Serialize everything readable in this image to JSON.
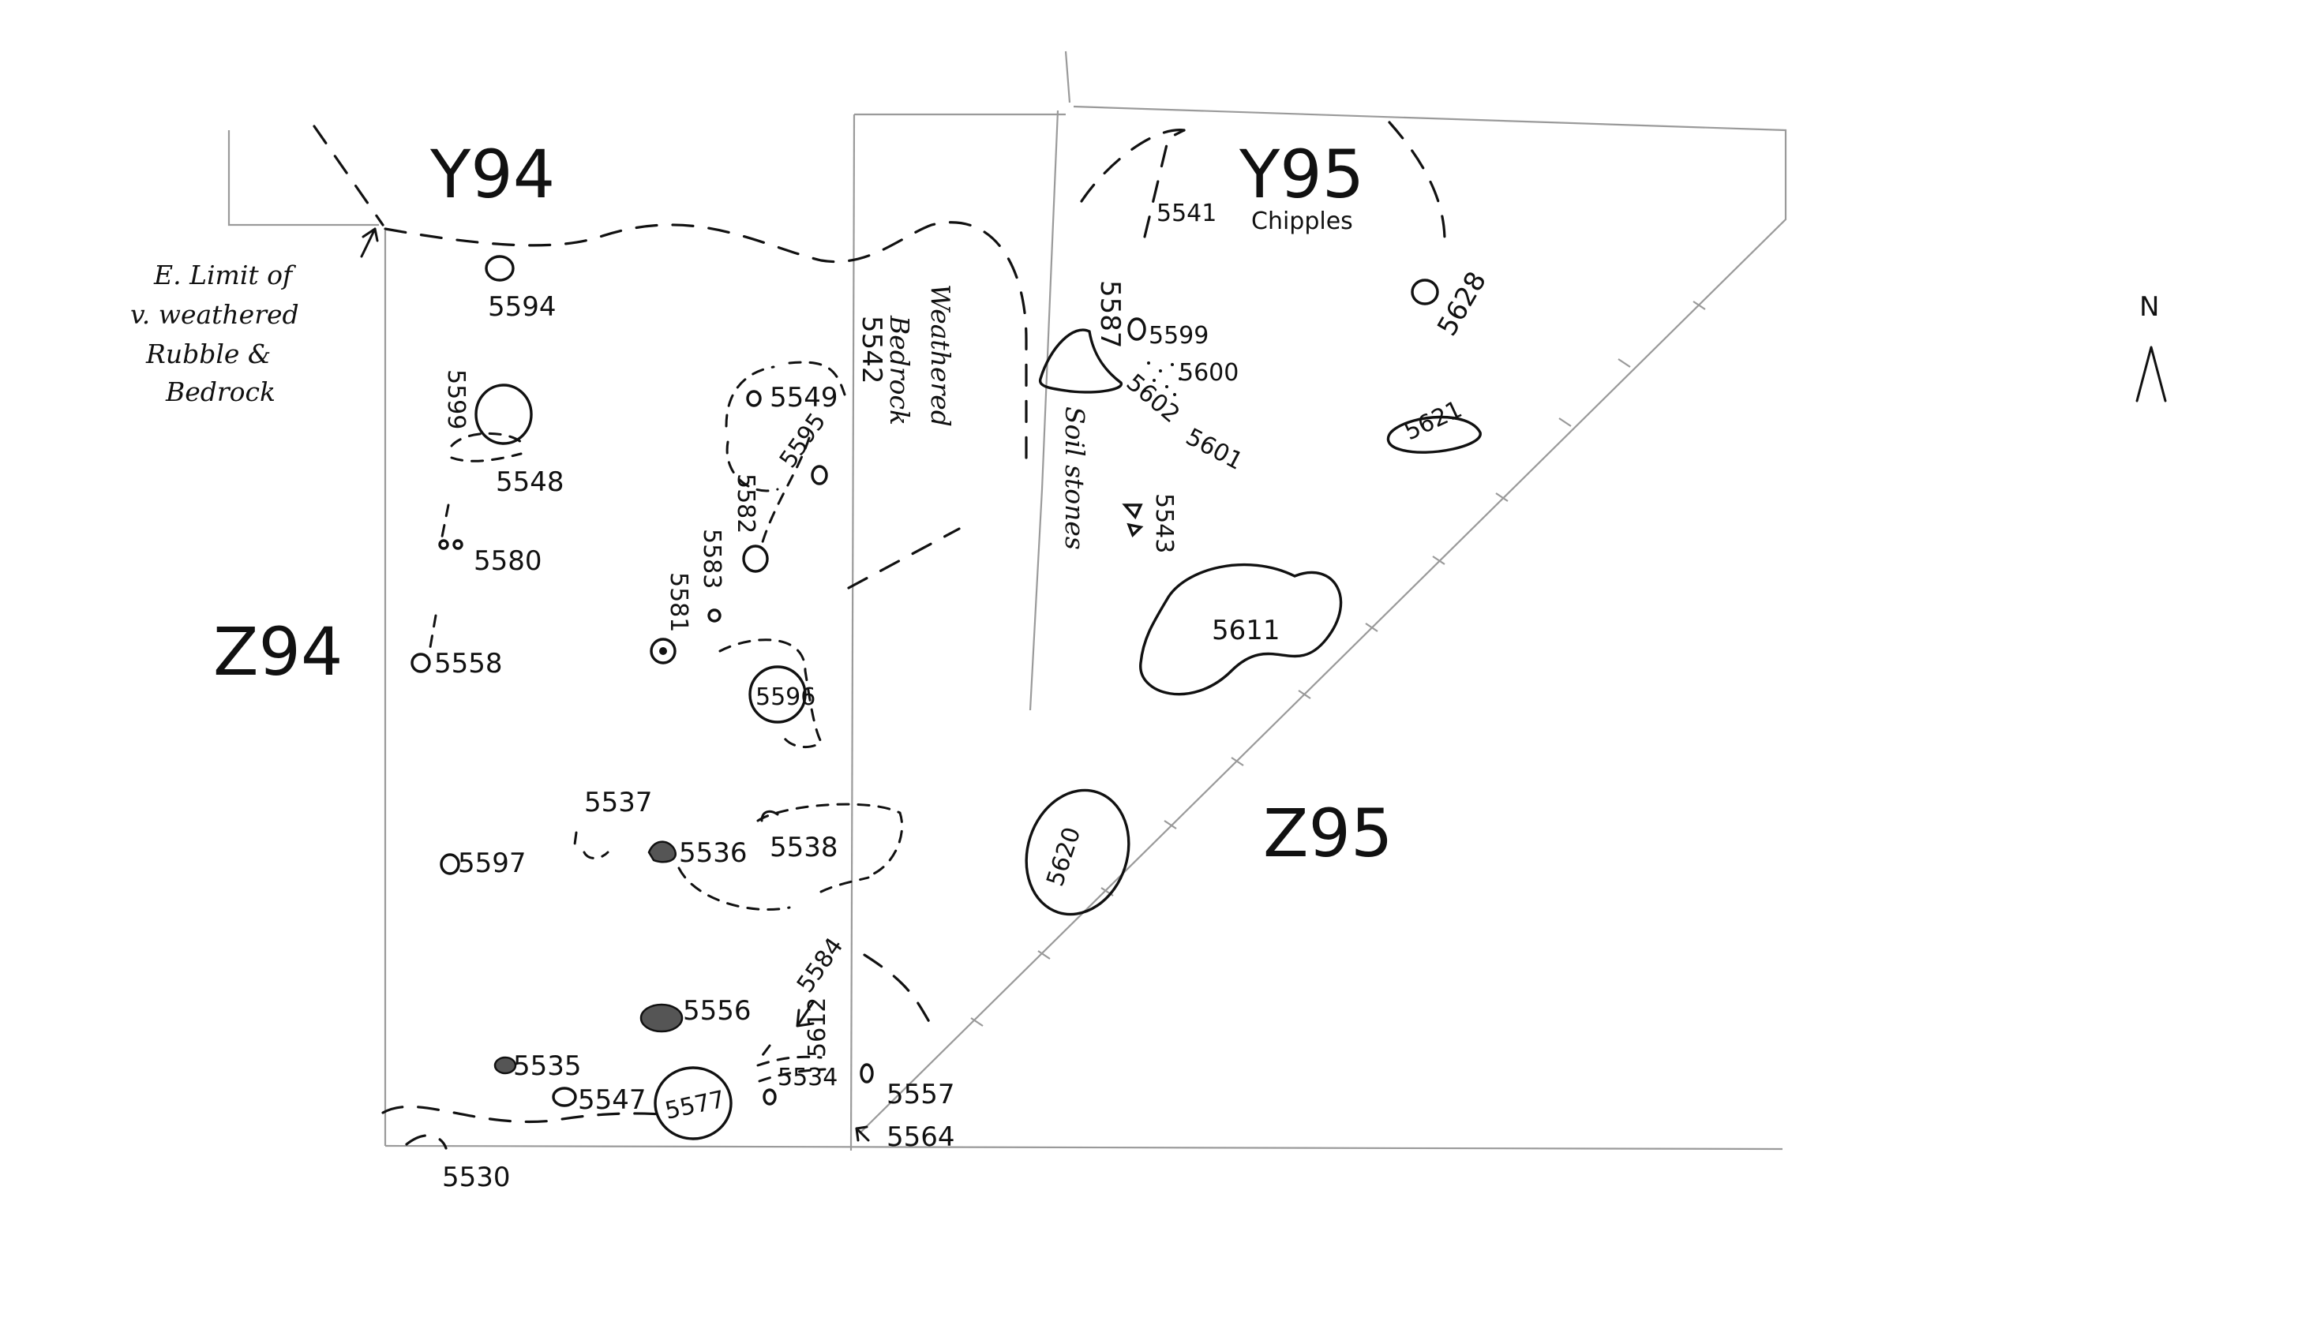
{
  "grid_labels": {
    "y94": "Y94",
    "y95": "Y95",
    "z94": "Z94",
    "z95": "Z95"
  },
  "north": {
    "label": "N"
  },
  "notes": {
    "limit": [
      "E. Limit of",
      "v. weathered",
      "Rubble &",
      "Bedrock"
    ],
    "weathered_bedrock": [
      "Weathered",
      "Bedrock"
    ],
    "soil_stones": "Soil stones",
    "chipples": "Chipples"
  },
  "contexts": {
    "c5594": "5594",
    "c5599_top": "5599",
    "c5548": "5548",
    "c5580": "5580",
    "c5558": "5558",
    "c5549": "5549",
    "c5595": "5595",
    "c5582": "5582",
    "c5581": "5581",
    "c5583": "5583",
    "c5542": "5542",
    "c5596": "5596",
    "c5541": "5541",
    "c5587": "5587",
    "c5599": "5599",
    "c5600": "5600",
    "c5602": "5602",
    "c5601": "5601",
    "c5543": "5543",
    "c5611": "5611",
    "c5628": "5628",
    "c5621": "5621",
    "c5537": "5537",
    "c5597": "5597",
    "c5536": "5536",
    "c5538": "5538",
    "c5620": "5620",
    "c5556": "5556",
    "c5584": "5584",
    "c5612": "5612",
    "c5534": "5534",
    "c5535": "5535",
    "c5547": "5547",
    "c5577": "5577",
    "c5557": "5557",
    "c5564": "5564",
    "c5530": "5530"
  },
  "colors": {
    "ink": "#111111",
    "pencil": "#9a9a9a",
    "paper": "#ffffff"
  }
}
